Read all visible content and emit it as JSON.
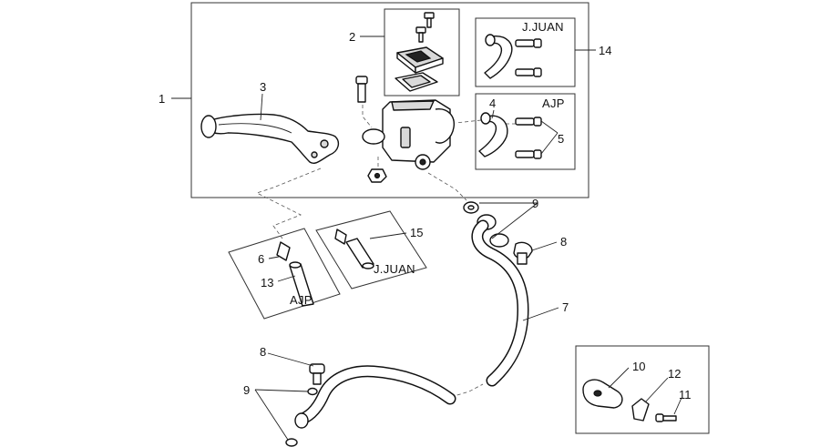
{
  "callouts": {
    "c1": "1",
    "c2": "2",
    "c3": "3",
    "c4": "4",
    "c5": "5",
    "c6": "6",
    "c7": "7",
    "c8a": "8",
    "c8b": "8",
    "c9a": "9",
    "c9b": "9",
    "c10": "10",
    "c11": "11",
    "c12": "12",
    "c13": "13",
    "c14": "14",
    "c15": "15"
  },
  "brands": {
    "clamp_top": "J.JUAN",
    "clamp_bottom": "AJP",
    "switch_left": "AJP",
    "switch_right": "J.JUAN"
  },
  "colors": {
    "line": "#111111",
    "background": "#ffffff",
    "shade": "#d9d9d9"
  }
}
